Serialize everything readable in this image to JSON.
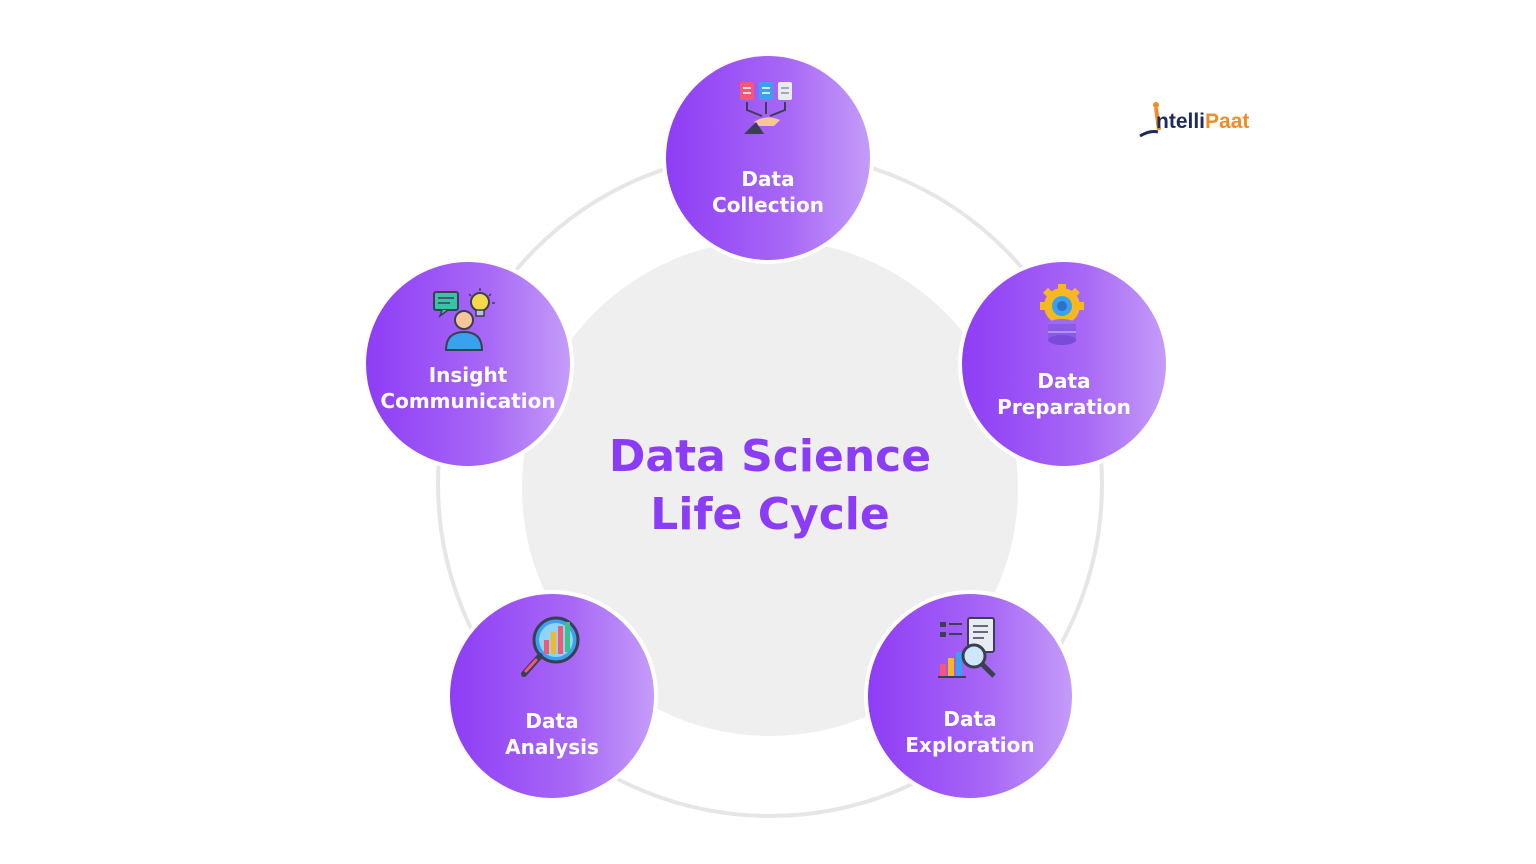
{
  "brand": {
    "name_part1": "ntelli",
    "name_part2": "Paat"
  },
  "title": {
    "line1": "Data Science",
    "line2": "Life Cycle"
  },
  "stages": [
    {
      "line1": "Data",
      "line2": "Collection",
      "icon": "data-collection-icon"
    },
    {
      "line1": "Data",
      "line2": "Preparation",
      "icon": "gear-database-icon"
    },
    {
      "line1": "Data",
      "line2": "Exploration",
      "icon": "report-magnifier-icon"
    },
    {
      "line1": "Data",
      "line2": "Analysis",
      "icon": "chart-magnifier-icon"
    },
    {
      "line1": "Insight",
      "line2": "Communication",
      "icon": "person-idea-icon"
    }
  ],
  "colors": {
    "accent": "#8b3cf7",
    "disc_start": "#8e3df5",
    "disc_end": "#c49cf8",
    "ring": "#e6e6e6",
    "core": "#efefef"
  }
}
